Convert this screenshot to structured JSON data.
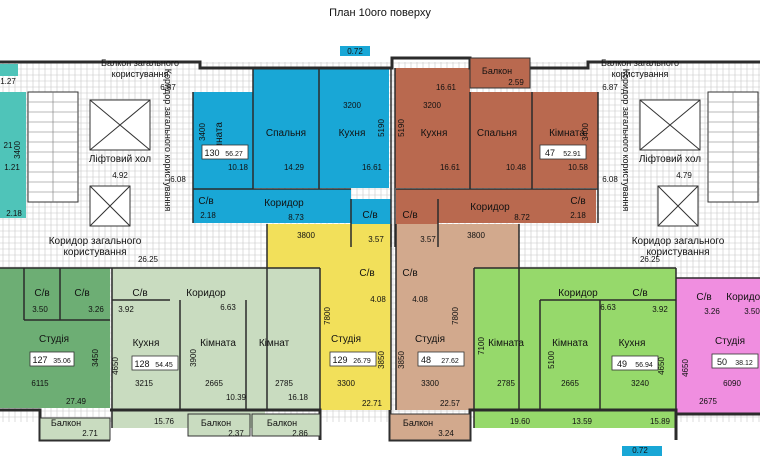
{
  "title": "План 10ого поверху",
  "colors": {
    "blue": "#19a7d6",
    "brown": "#b9694f",
    "yellow": "#f2e05a",
    "tan": "#d2a98d",
    "green_dark": "#6dae74",
    "green_light": "#96d96b",
    "sage": "#c9dcc0",
    "pink": "#f08ee0",
    "teal": "#4fc4b9",
    "common": "#ffffff",
    "wall": "#2b2b2b",
    "hatch": "#bbbbbb"
  },
  "labels": {
    "top_dim": "0.72",
    "bottom_dim": "0.72",
    "balcony_common_l1": "Балкон загального",
    "balcony_common_l2": "користування",
    "balcony_common_area": "6.87",
    "elevator_hall": "Ліфтовий хол",
    "elevator_hall_area_left": "4.92",
    "elevator_hall_area_right": "4.79",
    "corridor_common_vert": "Коридор загального користування",
    "corridor_common_area": "6.08",
    "corridor_common_l1": "Коридор загального",
    "corridor_common_l2": "користування",
    "corridor_common_big_area": "26.25",
    "left_edge_a": "1.27",
    "left_edge_b": "3400",
    "left_edge_c": "21",
    "left_edge_d": "1.21",
    "left_edge_e": "2.18",
    "balkon": "Балкон",
    "balkon_top_area": "2.59",
    "kimnata": "Кімната",
    "spalnia": "Спальня",
    "kukhnia": "Кухня",
    "koridor": "Коридор",
    "sv": "С/в",
    "studiia": "Студія",
    "kimnat_cut": "Кімнат"
  },
  "apartments": [
    {
      "num": "130",
      "area": "56.27"
    },
    {
      "num": "47",
      "area": "52.91"
    },
    {
      "num": "127",
      "area": "35.06"
    },
    {
      "num": "128",
      "area": "54.45"
    },
    {
      "num": "129",
      "area": "26.79"
    },
    {
      "num": "48",
      "area": "27.62"
    },
    {
      "num": "49",
      "area": "56.94"
    },
    {
      "num": "50",
      "area": "38.12"
    }
  ],
  "areas": {
    "a1018": "10.18",
    "a1429": "14.29",
    "a1661": "16.61",
    "a873": "8.73",
    "a218": "2.18",
    "a357": "3.57",
    "a408": "4.08",
    "a1661b": "16.61",
    "a1661c": "16.61",
    "a1048": "10.48",
    "a1058": "10.58",
    "a872": "8.72",
    "a218b": "2.18",
    "a357b": "3.57",
    "a408b": "4.08",
    "a326": "3.26",
    "a350": "3.50",
    "a392": "3.92",
    "a663": "6.63",
    "a2749": "27.49",
    "a1039": "10.39",
    "a1618": "16.18",
    "a1576": "15.76",
    "a2271": "22.71",
    "a2257": "22.57",
    "a1960": "19.60",
    "a1359": "13.59",
    "a1589": "15.89",
    "a663b": "6.63",
    "a392b": "3.92",
    "a326b": "3.26",
    "a350b": "3.50"
  },
  "dims": {
    "d3200": "3200",
    "d3200b": "3200",
    "d5190": "5190",
    "d5190b": "5190",
    "d3400": "3400",
    "d3400b": "3400",
    "d3800": "3800",
    "d3800b": "3800",
    "d7800": "7800",
    "d7800b": "7800",
    "d3850": "3850",
    "d3850b": "3850",
    "d3300": "3300",
    "d3300b": "3300",
    "d3450": "3450",
    "d6115": "6115",
    "d4650": "4650",
    "d3215": "3215",
    "d3900": "3900",
    "d2665": "2665",
    "d2785": "2785",
    "d7100": "7100",
    "d2785b": "2785",
    "d5100": "5100",
    "d2665b": "2665",
    "d3240": "3240",
    "d4650b": "4650",
    "d6090": "6090",
    "d2675": "2675"
  },
  "balconies": {
    "b271": "2.71",
    "b237": "2.37",
    "b286": "2.86",
    "b324": "3.24"
  }
}
